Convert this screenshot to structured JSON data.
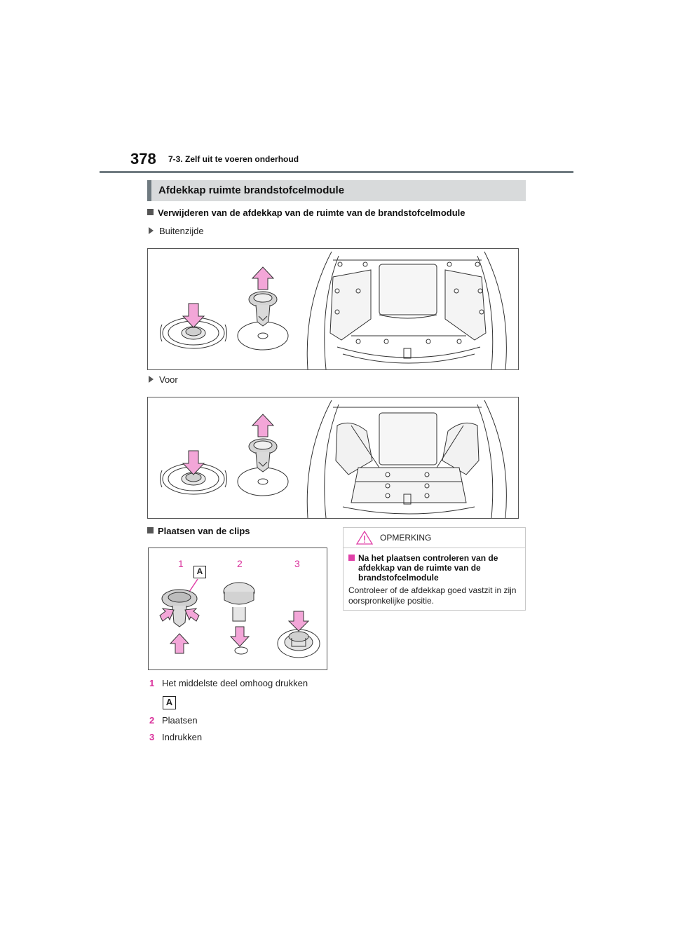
{
  "header": {
    "page_number": "378",
    "section_ref": "7-3. Zelf uit te voeren onderhoud"
  },
  "section_title": "Afdekkap ruimte brandstofcelmodule",
  "removal": {
    "heading": "Verwijderen van de afdekkap van de ruimte van de brandstofcelmodule",
    "outside_label": "Buitenzijde",
    "front_label": "Voor"
  },
  "install": {
    "heading": "Plaatsen van de clips",
    "figure_numbers": [
      "1",
      "2",
      "3"
    ],
    "figure_badge": "A",
    "steps": [
      {
        "num": "1",
        "text": "Het middelste deel omhoog drukken"
      },
      {
        "num": "2",
        "text": "Plaatsen"
      },
      {
        "num": "3",
        "text": "Indrukken"
      }
    ],
    "step_badge": "A"
  },
  "notice": {
    "label": "OPMERKING",
    "item_title": "Na het plaatsen controleren van de afdekkap van de ruimte van de brandstofcelmodule",
    "item_body": "Controleer of de afdekkap goed vastzit in zijn oorspronkelijke positie."
  },
  "colors": {
    "accent_pink": "#e040a8",
    "arrow_fill": "#f3a6d8",
    "rule_gray": "#6f7a80",
    "bar_gray": "#d8dadb"
  }
}
